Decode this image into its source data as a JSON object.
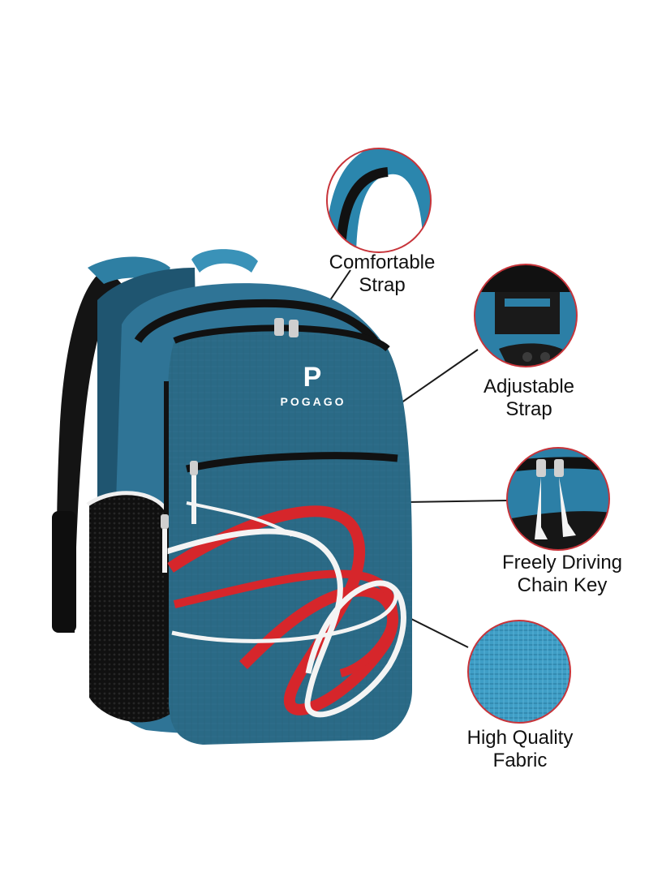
{
  "brand": {
    "name": "POGAGO",
    "logo_letter": "P"
  },
  "colors": {
    "teal_body": "#2a6a86",
    "teal_light": "#3a92b8",
    "teal_dark": "#1c4d66",
    "strap_black": "#141414",
    "swirl_red": "#d6262b",
    "swirl_white": "#f4f4f4",
    "callout_ring": "#c7343a",
    "leader_line": "#1a1a1a"
  },
  "callouts": [
    {
      "id": "strap",
      "icon": "shoulder-strap-closeup",
      "line1": "Comfortable",
      "line2": "Strap"
    },
    {
      "id": "adjustable",
      "icon": "buckle-closeup",
      "line1": "Adjustable",
      "line2": "Strap"
    },
    {
      "id": "chain",
      "icon": "zipper-pulls-closeup",
      "line1": "Freely Driving",
      "line2": "Chain Key"
    },
    {
      "id": "fabric",
      "icon": "fabric-texture-closeup",
      "line1": "High Quality",
      "line2": "Fabric"
    }
  ]
}
